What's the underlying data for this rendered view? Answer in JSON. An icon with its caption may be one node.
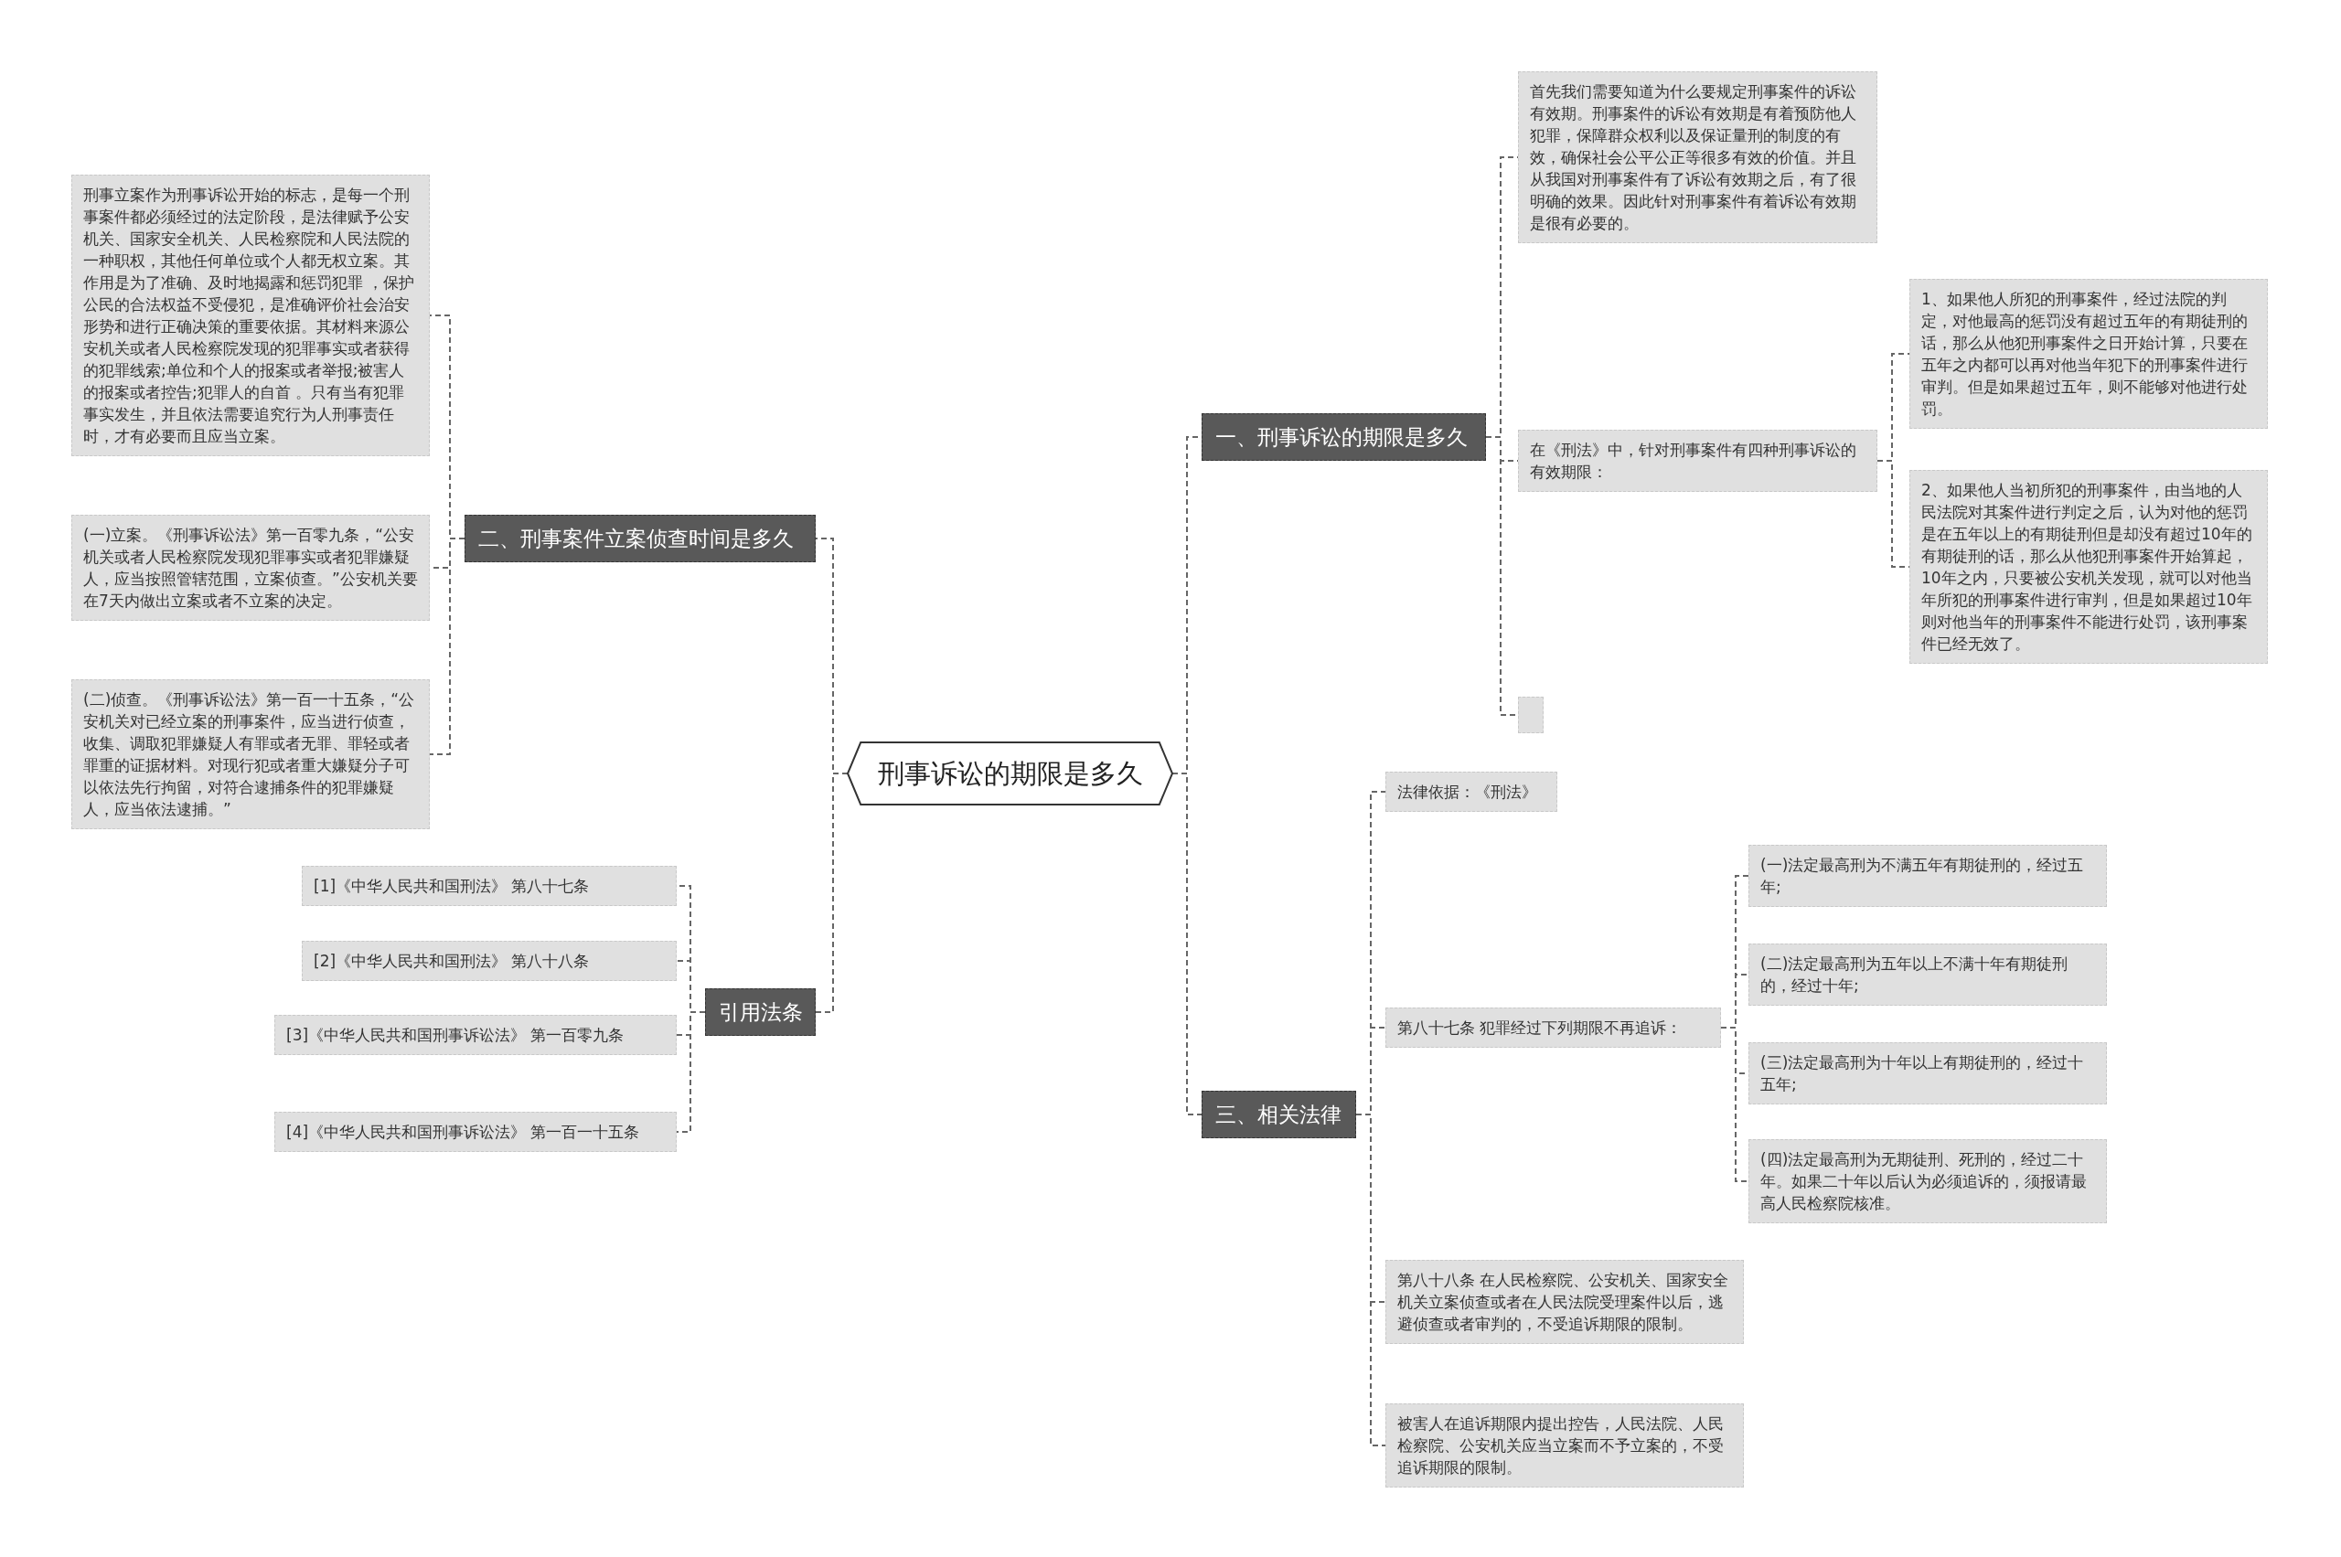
{
  "diagram": {
    "nodes": [
      {
        "text": [
          "刑事诉讼的期限是多久"
        ]
      },
      {
        "text": [
          "一、刑事诉讼的期限是多久"
        ]
      },
      {
        "text": [
          "首先我们需要知道为什么要规定刑事案件的诉讼有效期。刑事案件的诉讼有效期是有着预防他人犯罪，保障群众权利以及保证量刑的制度的有效，确保社会公平公正等很多有效的价值。并且从我国对刑事案件有了诉讼有效期之后，有了很明确的效果。因此针对刑事案件有着诉讼有效期是很有必要的。"
        ]
      },
      {
        "text": [
          "在《刑法》中，针对刑事案件有四种刑事诉讼的有效期限："
        ]
      },
      {
        "text": [
          "1、如果他人所犯的刑事案件，经过法院的判定，对他最高的惩罚没有超过五年的有期徒刑的话，那么从他犯刑事案件之日开始计算，只要在五年之内都可以再对他当年犯下的刑事案件进行审判。但是如果超过五年，则不能够对他进行处罚。"
        ]
      },
      {
        "text": [
          "2、如果他人当初所犯的刑事案件，由当地的人民法院对其案件进行判定之后，认为对他的惩罚是在五年以上的有期徒刑但是却没有超过10年的有期徒刑的话，那么从他犯刑事案件开始算起，10年之内，只要被公安机关发现，就可以对他当年所犯的刑事案件进行审判，但是如果超过10年则对他当年的刑事案件不能进行处罚，该刑事案件已经无效了。"
        ]
      },
      {
        "text": [],
        "shape": "box"
      },
      {
        "text": [
          "三、相关法律"
        ]
      },
      {
        "text": [
          "法律依据：《刑法》"
        ]
      },
      {
        "text": [
          "第八十七条 犯罪经过下列期限不再追诉："
        ]
      },
      {
        "text": [
          "(一)法定最高刑为不满五年有期徒刑的，经过五年;"
        ]
      },
      {
        "text": [
          "(二)法定最高刑为五年以上不满十年有期徒刑的，经过十年;"
        ]
      },
      {
        "text": [
          "(三)法定最高刑为十年以上有期徒刑的，经过十五年;"
        ]
      },
      {
        "text": [
          "(四)法定最高刑为无期徒刑、死刑的，经过二十年。如果二十年以后认为必须追诉的，须报请最高人民检察院核准。"
        ]
      },
      {
        "text": [
          "第八十八条 在人民检察院、公安机关、国家安全机关立案侦查或者在人民法院受理案件以后，逃避侦查或者审判的，不受追诉期限的限制。"
        ]
      },
      {
        "text": [
          "被害人在追诉期限内提出控告，人民法院、人民检察院、公安机关应当立案而不予立案的，不受追诉期限的限制。"
        ]
      },
      {
        "text": [
          "二、刑事案件立案侦查时间是多久"
        ]
      },
      {
        "text": [
          "刑事立案作为刑事诉讼开始的标志，是每一个刑事案件都必须经过的法定阶段，是法律赋予公安机关、国家安全机关、人民检察院和人民法院的一种职权，其他任何单位或个人都无权立案。其作用是为了准确、及时地揭露和惩罚犯罪 ，保护公民的合法权益不受侵犯，是准确评价社会治安形势和进行正确决策的重要依据。其材料来源公安机关或者人民检察院发现的犯罪事实或者获得的犯罪线索;单位和个人的报案或者举报;被害人的报案或者控告;犯罪人的自首 。只有当有犯罪事实发生，并且依法需要追究行为人刑事责任时，才有必要而且应当立案。"
        ]
      },
      {
        "text": [
          "(一)立案。《刑事诉讼法》第一百零九条，“公安机关或者人民检察院发现犯罪事实或者犯罪嫌疑人，应当按照管辖范围，立案侦查。”公安机关要在7天内做出立案或者不立案的决定。"
        ]
      },
      {
        "text": [
          "(二)侦查。《刑事诉讼法》第一百一十五条，“公安机关对已经立案的刑事案件，应当进行侦查，收集、调取犯罪嫌疑人有罪或者无罪、罪轻或者罪重的证据材料。对现行犯或者重大嫌疑分子可以依法先行拘留，对符合逮捕条件的犯罪嫌疑人，应当依法逮捕。”"
        ]
      },
      {
        "text": [
          "引用法条"
        ]
      },
      {
        "text": [
          "[1]《中华人民共和国刑法》 第八十七条"
        ]
      },
      {
        "text": [
          "[2]《中华人民共和国刑法》 第八十八条"
        ]
      },
      {
        "text": [
          "[3]《中华人民共和国刑事诉讼法》 第一百零九条"
        ]
      },
      {
        "text": [
          "[4]《中华人民共和国刑事诉讼法》 第一百一十五条"
        ]
      }
    ],
    "edges": [
      {
        "from": 0,
        "to": 1,
        "arrow": "none"
      },
      {
        "from": 1,
        "to": 2,
        "arrow": "none"
      },
      {
        "from": 1,
        "to": 3,
        "arrow": "none"
      },
      {
        "from": 3,
        "to": 4,
        "arrow": "none"
      },
      {
        "from": 3,
        "to": 5,
        "arrow": "none"
      },
      {
        "from": 1,
        "to": 6,
        "arrow": "none"
      },
      {
        "from": 0,
        "to": 7,
        "arrow": "none"
      },
      {
        "from": 7,
        "to": 8,
        "arrow": "none"
      },
      {
        "from": 7,
        "to": 9,
        "arrow": "none"
      },
      {
        "from": 9,
        "to": 10,
        "arrow": "none"
      },
      {
        "from": 9,
        "to": 11,
        "arrow": "none"
      },
      {
        "from": 9,
        "to": 12,
        "arrow": "none"
      },
      {
        "from": 9,
        "to": 13,
        "arrow": "none"
      },
      {
        "from": 7,
        "to": 14,
        "arrow": "none"
      },
      {
        "from": 7,
        "to": 15,
        "arrow": "none"
      },
      {
        "from": 0,
        "to": 16,
        "arrow": "none"
      },
      {
        "from": 16,
        "to": 17,
        "arrow": "none"
      },
      {
        "from": 16,
        "to": 18,
        "arrow": "none"
      },
      {
        "from": 16,
        "to": 19,
        "arrow": "none"
      },
      {
        "from": 0,
        "to": 20,
        "arrow": "none"
      },
      {
        "from": 20,
        "to": 21,
        "arrow": "none"
      },
      {
        "from": 20,
        "to": 22,
        "arrow": "none"
      },
      {
        "from": 20,
        "to": 23,
        "arrow": "none"
      },
      {
        "from": 20,
        "to": 24,
        "arrow": "none"
      }
    ]
  }
}
